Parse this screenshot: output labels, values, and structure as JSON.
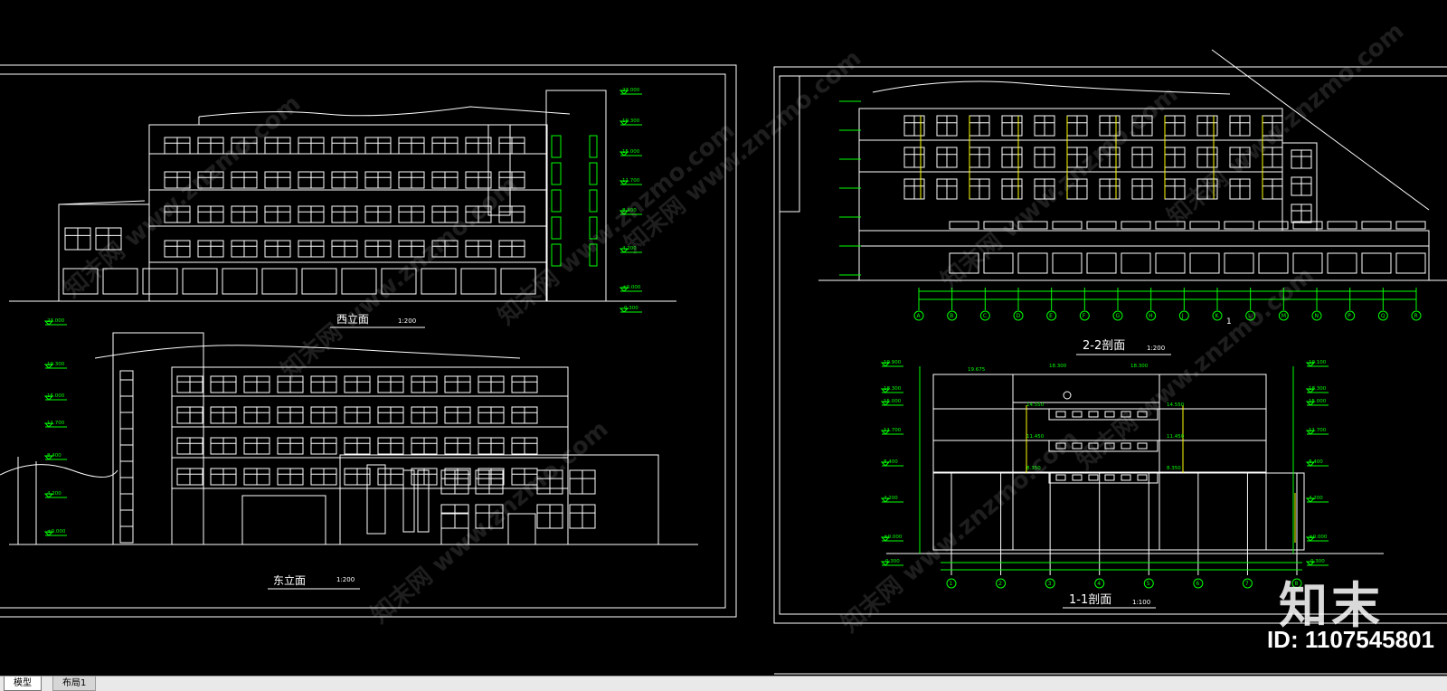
{
  "tabs": [
    {
      "label": "模型"
    },
    {
      "label": "布局1"
    }
  ],
  "drawings": {
    "west_elevation": {
      "title": "西立面",
      "scale": "1:200",
      "levels": [
        "23.000",
        "19.300",
        "15.000",
        "11.700",
        "8.400",
        "4.200",
        "±0.000",
        "-0.300"
      ]
    },
    "east_elevation": {
      "title": "东立面",
      "scale": "1:200",
      "levels": [
        "23.000",
        "19.300",
        "15.000",
        "11.700",
        "8.400",
        "4.200",
        "±0.000"
      ]
    },
    "section_22": {
      "title": "2-2剖面",
      "scale": "1:200",
      "axes": [
        "A",
        "B",
        "C",
        "D",
        "E",
        "F",
        "G",
        "H",
        "J",
        "K",
        "L",
        "M",
        "N",
        "P",
        "Q",
        "R"
      ],
      "marker": "1"
    },
    "section_11": {
      "title": "1-1剖面",
      "scale": "1:100",
      "axes": [
        "1",
        "2",
        "3",
        "4",
        "5",
        "6",
        "7",
        "8"
      ],
      "levels_left": [
        "19.900",
        "18.300",
        "15.000",
        "11.700",
        "8.400",
        "4.200",
        "±0.000",
        "-0.300"
      ],
      "levels_right": [
        "19.100",
        "18.300",
        "15.000",
        "11.700",
        "8.400",
        "4.200",
        "±0.000",
        "-0.300"
      ],
      "top_levels": [
        "19.675",
        "18.300",
        "18.300"
      ],
      "inner_levels": [
        "14.550",
        "14.550",
        "11.450",
        "11.450",
        "8.350",
        "8.350"
      ]
    }
  },
  "watermark": {
    "logo": "知末",
    "id": "ID: 1107545801",
    "text": "知末网 www.znzmo.com"
  },
  "colors": {
    "background": "#000000",
    "line": "#ffffff",
    "dimension": "#00ff00",
    "highlight": "#ffff00"
  }
}
